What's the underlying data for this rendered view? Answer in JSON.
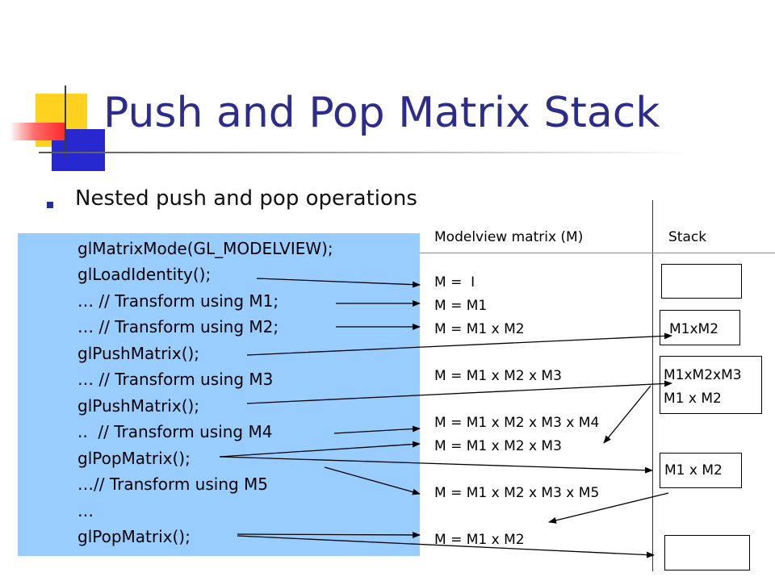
{
  "slide": {
    "title": "Push and Pop Matrix Stack",
    "bullet": "Nested push and pop operations"
  },
  "code": {
    "lines": [
      "glMatrixMode(GL_MODELVIEW);",
      "glLoadIdentity();",
      "… // Transform using M1;",
      "… // Transform using M2;",
      "glPushMatrix();",
      "… // Transform using M3",
      "glPushMatrix();",
      "..  // Transform using M4",
      "glPopMatrix();",
      "…// Transform using M5",
      "…",
      "glPopMatrix();"
    ]
  },
  "modelview": {
    "header": "Modelview matrix (M)",
    "lines": [
      "M =  I",
      "M = M1",
      "M = M1 x M2",
      "M = M1 x M2 x M3",
      "M = M1 x M2 x M3 x M4",
      "M = M1 x M2 x M3",
      "M = M1 x M2 x M3 x M5",
      "M = M1 x M2"
    ]
  },
  "stack": {
    "header": "Stack",
    "box1": "",
    "box2": "M1xM2",
    "box3_top": "M1xM2xM3",
    "box3_bottom": "M1 x M2",
    "box4": "M1 x M2",
    "box5": ""
  },
  "colors": {
    "title": "#2c2c8c",
    "code_panel": "#99ccff",
    "logo_yellow": "#ffd21f",
    "logo_blue": "#2828d0",
    "logo_red": "#ff2a2a"
  }
}
